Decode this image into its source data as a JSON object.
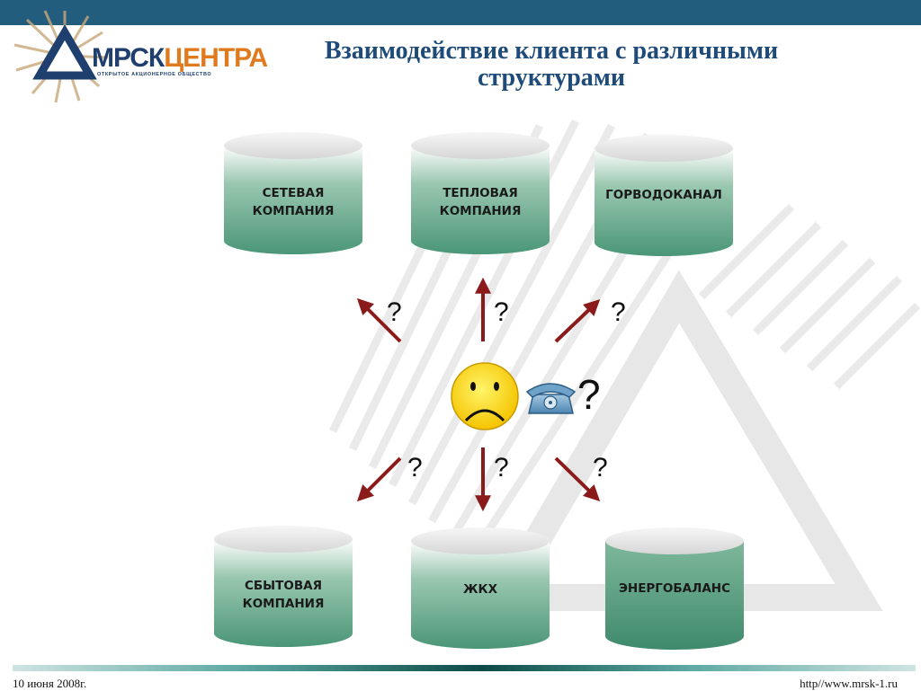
{
  "logo": {
    "name_part1": "МРСК",
    "name_part2": "ЦЕНТРА",
    "subtitle": "ОТКРЫТОЕ АКЦИОНЕРНОЕ ОБЩЕСТВО"
  },
  "title": {
    "line1": "Взаимодействие клиента с различными",
    "line2": "структурами"
  },
  "structures": [
    {
      "line1": "СЕТЕВАЯ",
      "line2": "КОМПАНИЯ"
    },
    {
      "line1": "ТЕПЛОВАЯ",
      "line2": "КОМПАНИЯ"
    },
    {
      "line1": "ГОРВОДОКАНАЛ",
      "line2": ""
    },
    {
      "line1": "СБЫТОВАЯ",
      "line2": "КОМПАНИЯ"
    },
    {
      "line1": "ЖКХ",
      "line2": ""
    },
    {
      "line1": "ЭНЕРГОБАЛАНС",
      "line2": ""
    }
  ],
  "question_mark": "?",
  "icons": {
    "client": "sad-face-icon",
    "phone": "telephone-icon"
  },
  "colors": {
    "top_bar": "#235d7e",
    "title": "#1e4b79",
    "arrow": "#8b1a1a",
    "cylinder": "#4f9a7c",
    "face": "#ffd21f"
  },
  "footer": {
    "date": "10 июня 2008г.",
    "url": "http//www.mrsk-1.ru"
  }
}
